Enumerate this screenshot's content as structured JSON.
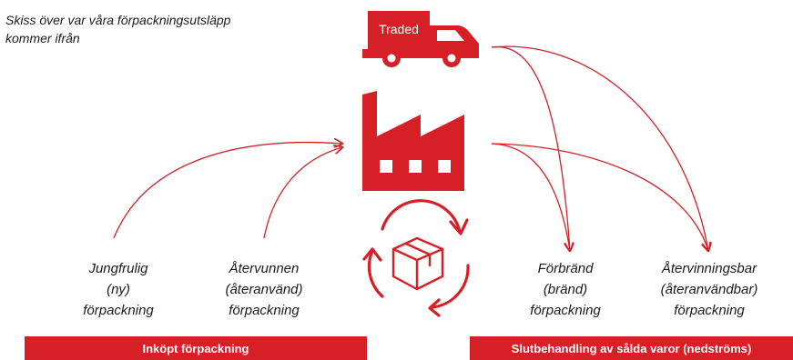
{
  "caption": {
    "line1": "Skiss över var våra förpackningsutsläpp",
    "line2": "kommer ifrån"
  },
  "truck": {
    "label": "Traded",
    "icon": "truck-icon"
  },
  "factory": {
    "icon": "factory-icon"
  },
  "cycle": {
    "icon": "recycle-box-icon"
  },
  "labels": {
    "virgin": {
      "l1": "Jungfrulig",
      "l2": "(ny)",
      "l3": "förpackning"
    },
    "recycled": {
      "l1": "Återvunnen",
      "l2": "(återanvänd)",
      "l3": "förpackning"
    },
    "incinerated": {
      "l1": "Förbränd",
      "l2": "(bränd)",
      "l3": "förpackning"
    },
    "recyclable": {
      "l1": "Återvinningsbar",
      "l2": "(återanvändbar)",
      "l3": "förpackning"
    }
  },
  "bars": {
    "purchased": "Inköpt förpackning",
    "end_of_life": "Slutbehandling av sålda varor (nedströms)"
  },
  "colors": {
    "accent": "#d71f26",
    "text": "#1a1a1a",
    "background": "#ffffff"
  }
}
